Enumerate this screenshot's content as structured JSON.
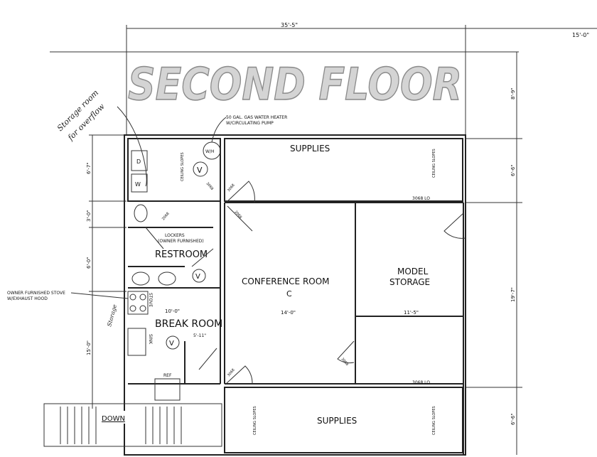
{
  "watermark": "SECOND FLOOR",
  "rooms": {
    "supplies_top": "SUPPLIES",
    "supplies_bottom": "SUPPLIES",
    "conference": "CONFERENCE ROOM",
    "conference_mark": "C",
    "model_storage_1": "MODEL",
    "model_storage_2": "STORAGE",
    "restroom": "RESTROOM",
    "break_room": "BREAK ROOM",
    "vent_mark": "V"
  },
  "notes": {
    "water_heater_1": "50 GAL. GAS WATER HEATER",
    "water_heater_2": "W/CIRCULATING PUMP",
    "water_heater_symbol": "W/H",
    "lockers_1": "LOCKERS",
    "lockers_2": "(OWNER FURNISHED)",
    "stove_1": "OWNER FURNISHED STOVE",
    "stove_2": "W/EXHAUST HOOD",
    "stove": "STOVE",
    "sink": "SINK",
    "ref": "REF",
    "dryer": "D",
    "washer": "W",
    "ceiling_slopes": "CEILING SLOPES",
    "down": "DOWN",
    "handwritten_1": "Storage room",
    "handwritten_2": "for overflow",
    "handwritten_storage": "Storage"
  },
  "dimensions": {
    "top_main": "35'-5\"",
    "top_right": "15'-0\"",
    "right_1": "8'-9\"",
    "right_2": "6'-6\"",
    "right_3": "19'-7\"",
    "right_4": "6'-6\"",
    "left_1": "6'-7\"",
    "left_2": "3'-0\"",
    "left_3": "6'-0\"",
    "left_4": "15'-0\"",
    "break_width": "10'-0\"",
    "break_sub": "5'-11\"",
    "conference_width": "14'-0\"",
    "storage_width": "11'-5\""
  },
  "doors": {
    "d3068lo": "3068 LO",
    "d3068": "3068",
    "d2068": "2068"
  }
}
